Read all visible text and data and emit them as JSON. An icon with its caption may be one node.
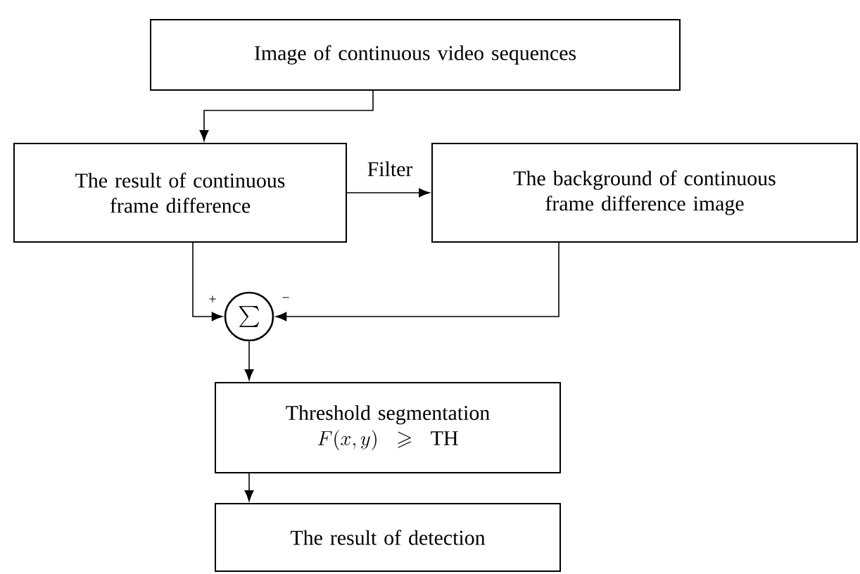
{
  "diagram": {
    "nodes": [
      {
        "text": [
          "Image of continuous video sequences"
        ]
      },
      {
        "text": [
          "The result of continuous frame difference"
        ]
      },
      {
        "text": [
          "The background of continuous frame difference image"
        ]
      },
      {
        "text": [
          "\\sum"
        ]
      },
      {
        "text": [
          "Threshold segmentation",
          "F(x,y)\\geqslant \\mathrm{TH}"
        ]
      },
      {
        "text": [
          "The result of detection"
        ]
      }
    ],
    "edges": [
      {
        "from": 0,
        "to": 1,
        "arrow": "to"
      },
      {
        "from": 1,
        "to": 2,
        "arrow": "to",
        "label": "Filter"
      },
      {
        "from": 1,
        "to": 3,
        "arrow": "to",
        "label": "+"
      },
      {
        "from": 2,
        "to": 3,
        "arrow": "to",
        "label": "−"
      },
      {
        "from": 3,
        "to": 4,
        "arrow": "to"
      },
      {
        "from": 4,
        "to": 5,
        "arrow": "to"
      }
    ]
  }
}
